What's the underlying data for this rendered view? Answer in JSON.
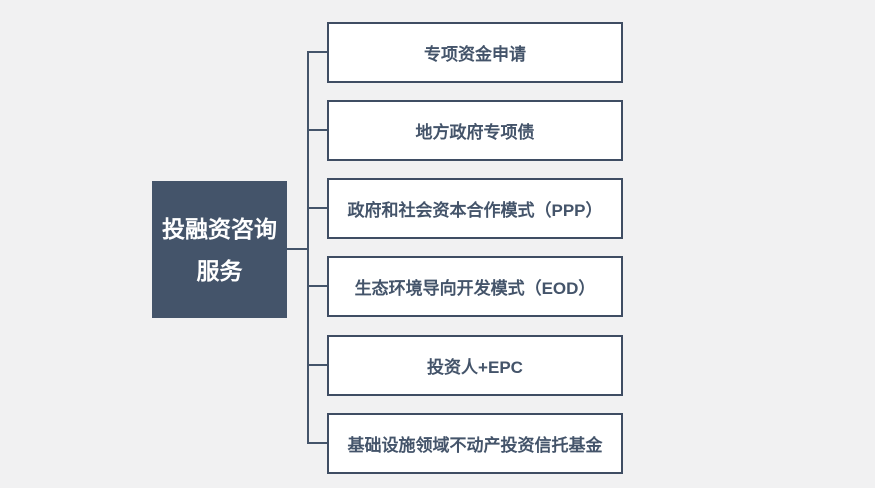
{
  "tree": {
    "root": {
      "label": "投融资咨询服务",
      "lines": [
        "投融资咨询",
        "服务"
      ]
    },
    "branches": [
      {
        "label": "专项资金申请"
      },
      {
        "label": "地方政府专项债"
      },
      {
        "label": "政府和社会资本合作模式（PPP）"
      },
      {
        "label": "生态环境导向开发模式（EOD）"
      },
      {
        "label": "投资人+EPC"
      },
      {
        "label": "基础设施领域不动产投资信托基金"
      }
    ]
  },
  "colors": {
    "background": "#f1f1f2",
    "node_fill": "#44546a",
    "node_text": "#ffffff",
    "branch_fill": "#ffffff",
    "branch_border": "#3f4d63",
    "branch_text": "#44546a",
    "connector": "#44546a"
  }
}
